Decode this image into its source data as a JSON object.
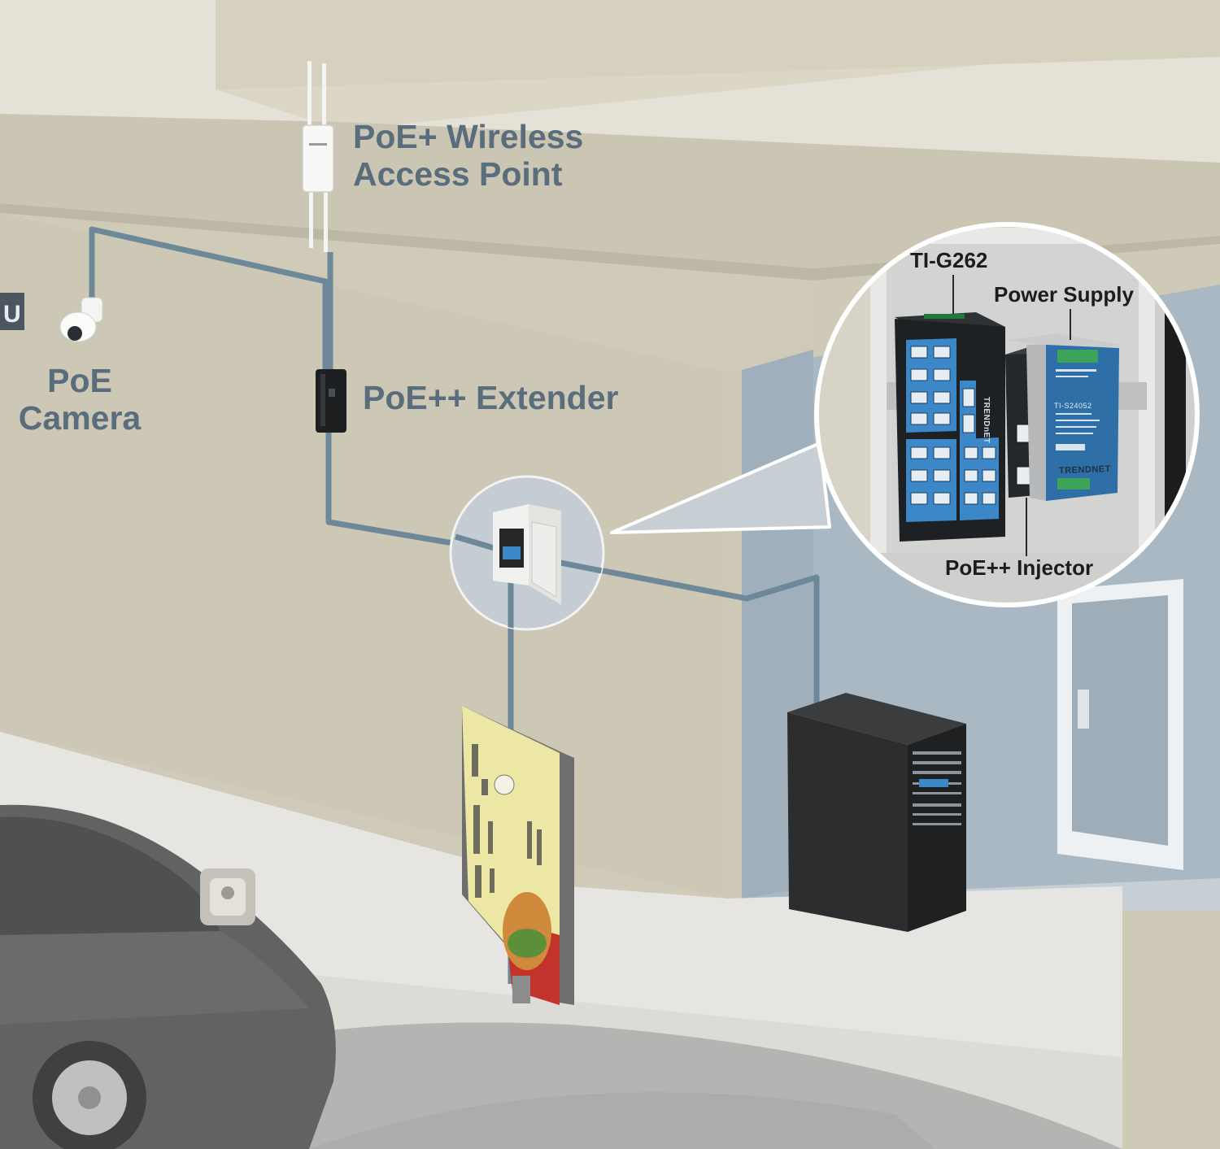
{
  "labels": {
    "access_point": "PoE+ Wireless\nAccess Point",
    "camera": "PoE\nCamera",
    "extender": "PoE++ Extender",
    "switch_model": "TI-G262",
    "power_supply": "Power Supply",
    "injector": "PoE++ Injector"
  },
  "device_text": {
    "psu_brand": "TRENDNET",
    "psu_model": "TI-S24052",
    "switch_brand": "TRENDnET"
  },
  "colors": {
    "cable": "#6d8898",
    "label_blue_gray": "#5a6d7c",
    "callout_text": "#1c1c1c",
    "wall": "#d3cdbb",
    "interior": "#a8b8c4",
    "switch_blue": "#3c87c8"
  }
}
